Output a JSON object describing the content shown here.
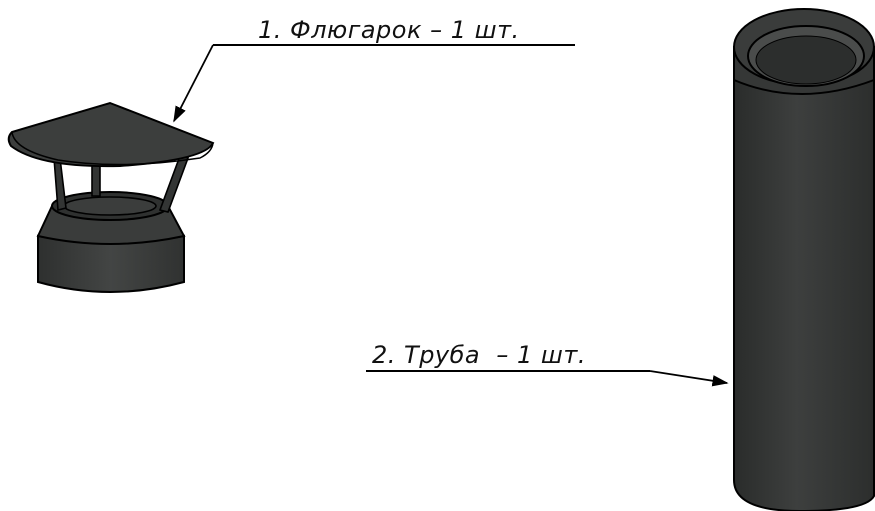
{
  "callouts": [
    {
      "id": "cap",
      "label": "1. Флюгарок – 1 шт."
    },
    {
      "id": "pipe",
      "label": "2. Труба  – 1 шт."
    }
  ],
  "colors": {
    "metal_dark": "#2a2c2b",
    "metal_mid": "#3a3c3b",
    "metal_light": "#4b4d4c",
    "outline": "#000000",
    "leader": "#000000"
  }
}
